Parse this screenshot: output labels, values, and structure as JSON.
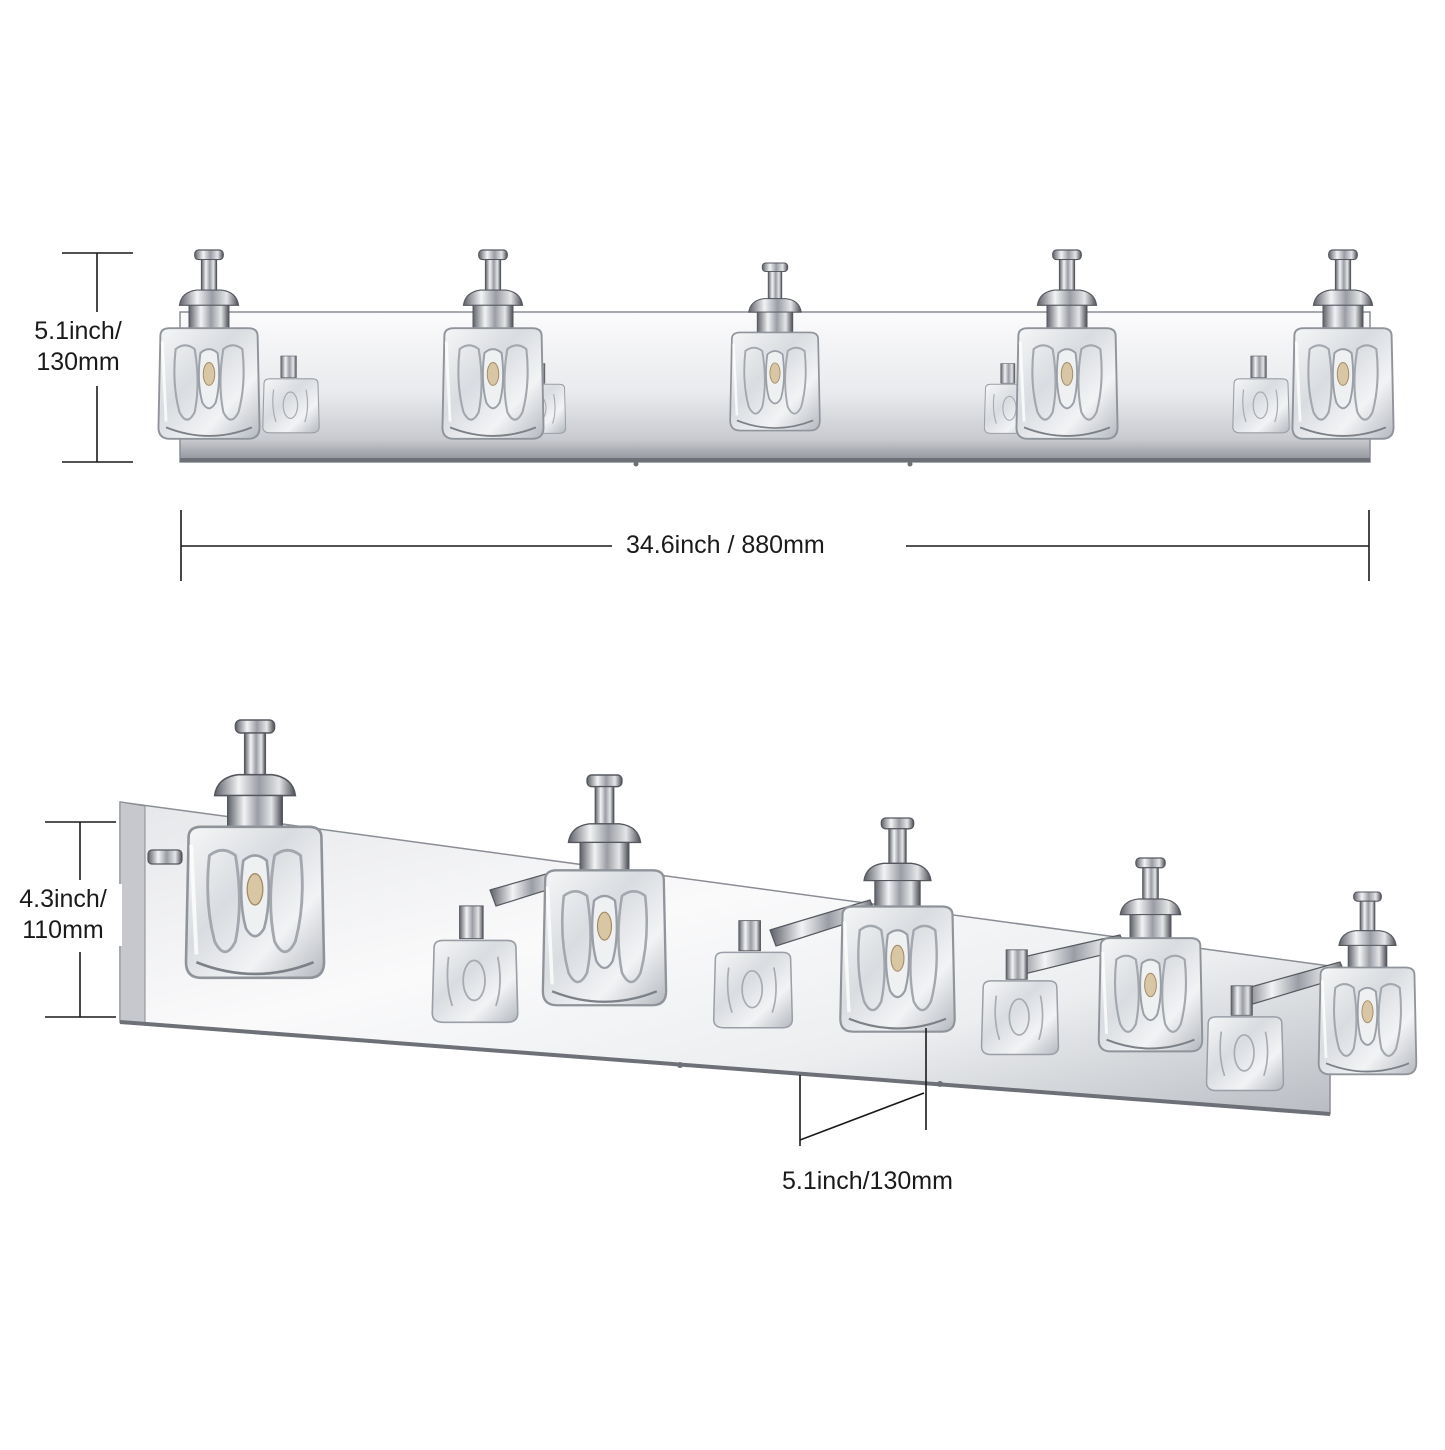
{
  "front_view": {
    "height_label_line1": "5.1inch/",
    "height_label_line2": "130mm",
    "width_label": "34.6inch / 880mm"
  },
  "angled_view": {
    "height_label_line1": "4.3inch/",
    "height_label_line2": "110mm",
    "depth_label": "5.1inch/130mm"
  },
  "colors": {
    "chrome_light": "#f4f4f6",
    "chrome_mid": "#c9cbd0",
    "chrome_dark": "#6a6d74",
    "glass_edge": "#9a9ea6",
    "dimension_line": "#1a1a1a"
  }
}
